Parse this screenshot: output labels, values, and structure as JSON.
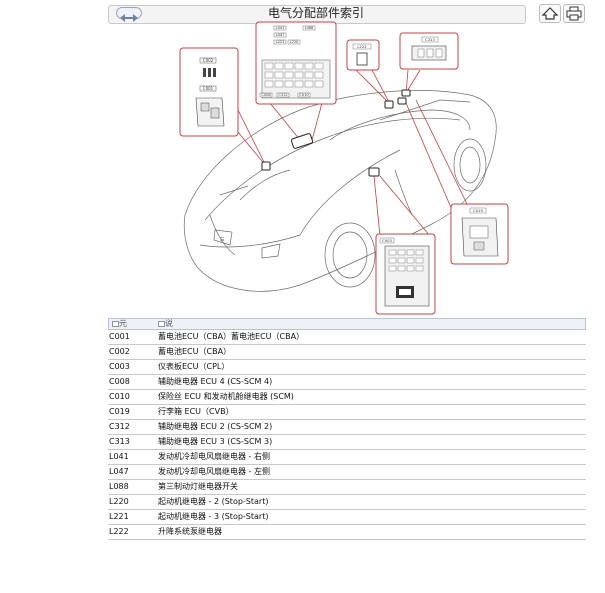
{
  "header": {
    "title": "电气分配部件索引"
  },
  "table": {
    "col_headers": [
      "元",
      "说"
    ],
    "rows": [
      {
        "code": "C001",
        "desc": "蓄电池ECU（CBA）蓄电池ECU（CBA）"
      },
      {
        "code": "C002",
        "desc": "蓄电池ECU（CBA）"
      },
      {
        "code": "C003",
        "desc": "仪表板ECU（CPL）"
      },
      {
        "code": "C008",
        "desc": "辅助继电器 ECU 4 (CS-SCM 4)"
      },
      {
        "code": "C010",
        "desc": "保险丝 ECU 和发动机舱继电器 (SCM)"
      },
      {
        "code": "C019",
        "desc": "行李箱 ECU（CVB）"
      },
      {
        "code": "C312",
        "desc": "辅助继电器 ECU 2 (CS-SCM 2)"
      },
      {
        "code": "C313",
        "desc": "辅助继电器 ECU 3 (CS-SCM 3)"
      },
      {
        "code": "L041",
        "desc": "发动机冷却电风扇继电器 - 右侧"
      },
      {
        "code": "L047",
        "desc": "发动机冷却电风扇继电器 - 左侧"
      },
      {
        "code": "L088",
        "desc": "第三制动灯继电器开关"
      },
      {
        "code": "L220",
        "desc": "起动机继电器 - 2 (Stop-Start)"
      },
      {
        "code": "L221",
        "desc": "起动机继电器 - 3 (Stop-Start)"
      },
      {
        "code": "L222",
        "desc": "升降系统泵继电器"
      }
    ]
  },
  "diagram": {
    "callout_labels": {
      "left_panel": [
        "C002",
        "C001"
      ],
      "top_panel": [
        "L041",
        "L047",
        "L221",
        "L088",
        "L220",
        "C008",
        "C312",
        "C010"
      ],
      "small_panel": "L222",
      "right_top_panel": "C313",
      "bottom_panel": "C003",
      "right_panel": "C019"
    }
  },
  "icons": {
    "nav": "back-forward-icon",
    "home": "home-up-icon",
    "print": "print-icon"
  }
}
